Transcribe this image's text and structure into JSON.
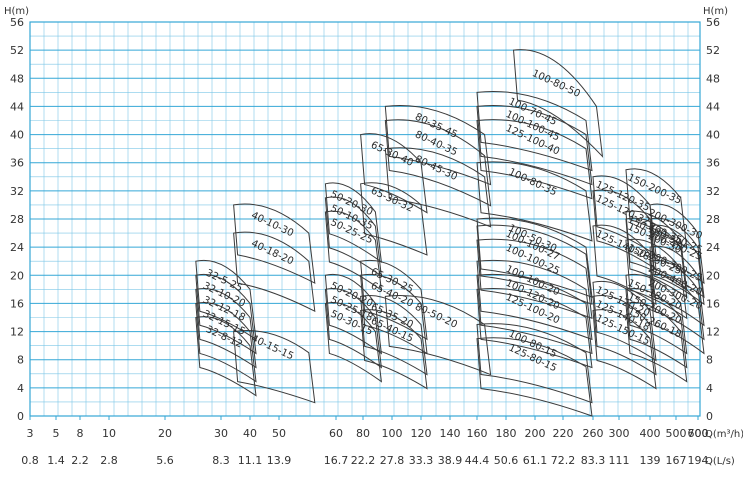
{
  "chart_data": {
    "type": "area",
    "grid": true,
    "y_axis": {
      "left_title": "H(m)",
      "right_title": "H(m)",
      "range": [
        0,
        56
      ],
      "ticks": [
        0,
        4,
        8,
        12,
        16,
        20,
        24,
        28,
        32,
        36,
        40,
        44,
        48,
        52,
        56
      ]
    },
    "x_axis": {
      "scale": "log",
      "top_title": "Q(m³/h)",
      "bottom_title": "Q(L/s)",
      "q_ticks": [
        "3",
        "5",
        "8",
        "10",
        "20",
        "30",
        "40",
        "50",
        "60",
        "80",
        "100",
        "120",
        "140",
        "160",
        "180",
        "200",
        "220",
        "260",
        "300",
        "400",
        "500",
        "600",
        "700"
      ],
      "ls_ticks": [
        "0.8",
        "1.4",
        "2.2",
        "2.8",
        "5.6",
        "8.3",
        "11.1",
        "13.9",
        "16.7",
        "22.2",
        "27.8",
        "33.3",
        "38.9",
        "44.4",
        "50.6",
        "61.1",
        "72.2",
        "83.3",
        "111",
        "139",
        "167",
        "194"
      ]
    },
    "series": [
      {
        "name": "100-80-50",
        "x": [
          185,
          265
        ],
        "y": [
          52,
          44
        ]
      },
      {
        "name": "100-70-45",
        "x": [
          160,
          250
        ],
        "y": [
          46,
          42
        ]
      },
      {
        "name": "100-100-45",
        "x": [
          160,
          250
        ],
        "y": [
          44,
          40
        ]
      },
      {
        "name": "125-100-40",
        "x": [
          160,
          250
        ],
        "y": [
          42,
          38
        ]
      },
      {
        "name": "80-35-45",
        "x": [
          95,
          165
        ],
        "y": [
          44,
          40
        ]
      },
      {
        "name": "80-40-35",
        "x": [
          95,
          165
        ],
        "y": [
          42,
          37
        ]
      },
      {
        "name": "80-45-30",
        "x": [
          95,
          165
        ],
        "y": [
          38,
          34
        ]
      },
      {
        "name": "65-30-40",
        "x": [
          78,
          120
        ],
        "y": [
          40,
          36
        ]
      },
      {
        "name": "65-30-32",
        "x": [
          78,
          120
        ],
        "y": [
          33,
          30
        ]
      },
      {
        "name": "50-20-30",
        "x": [
          58,
          88
        ],
        "y": [
          33,
          29
        ]
      },
      {
        "name": "50-10-35",
        "x": [
          58,
          88
        ],
        "y": [
          31,
          27
        ]
      },
      {
        "name": "50-25-25",
        "x": [
          58,
          88
        ],
        "y": [
          29,
          25
        ]
      },
      {
        "name": "40-10-30",
        "x": [
          34,
          55
        ],
        "y": [
          30,
          26
        ]
      },
      {
        "name": "40-18-20",
        "x": [
          34,
          55
        ],
        "y": [
          26,
          22
        ]
      },
      {
        "name": "32-5-25",
        "x": [
          25,
          40
        ],
        "y": [
          22,
          18
        ]
      },
      {
        "name": "32-10-20",
        "x": [
          25,
          40
        ],
        "y": [
          20,
          16
        ]
      },
      {
        "name": "32-12-18",
        "x": [
          25,
          40
        ],
        "y": [
          18,
          14
        ]
      },
      {
        "name": "32-15-15",
        "x": [
          25,
          40
        ],
        "y": [
          16,
          12
        ]
      },
      {
        "name": "32-8-12",
        "x": [
          25,
          40
        ],
        "y": [
          14,
          10
        ]
      },
      {
        "name": "40-15-15",
        "x": [
          34,
          55
        ],
        "y": [
          12,
          9
        ]
      },
      {
        "name": "50-20-20",
        "x": [
          58,
          88
        ],
        "y": [
          20,
          16
        ]
      },
      {
        "name": "50-25-18",
        "x": [
          58,
          88
        ],
        "y": [
          18,
          14
        ]
      },
      {
        "name": "50-30-15",
        "x": [
          58,
          88
        ],
        "y": [
          16,
          12
        ]
      },
      {
        "name": "65-30-25",
        "x": [
          78,
          120
        ],
        "y": [
          22,
          18
        ]
      },
      {
        "name": "65-40-20",
        "x": [
          78,
          120
        ],
        "y": [
          20,
          16
        ]
      },
      {
        "name": "65-35-20",
        "x": [
          78,
          120
        ],
        "y": [
          17,
          13
        ]
      },
      {
        "name": "65-40-15",
        "x": [
          78,
          120
        ],
        "y": [
          15,
          11
        ]
      },
      {
        "name": "80-50-20",
        "x": [
          95,
          165
        ],
        "y": [
          17,
          13
        ]
      },
      {
        "name": "100-80-35",
        "x": [
          160,
          250
        ],
        "y": [
          36,
          32
        ]
      },
      {
        "name": "100-50-30",
        "x": [
          160,
          250
        ],
        "y": [
          28,
          24
        ]
      },
      {
        "name": "100-100-27",
        "x": [
          160,
          250
        ],
        "y": [
          27,
          23
        ]
      },
      {
        "name": "100-100-25",
        "x": [
          160,
          250
        ],
        "y": [
          25,
          21
        ]
      },
      {
        "name": "100-100-20",
        "x": [
          160,
          250
        ],
        "y": [
          22,
          18
        ]
      },
      {
        "name": "100-120-20",
        "x": [
          160,
          250
        ],
        "y": [
          20,
          16
        ]
      },
      {
        "name": "125-100-20",
        "x": [
          160,
          250
        ],
        "y": [
          18,
          14
        ]
      },
      {
        "name": "100-80-15",
        "x": [
          160,
          250
        ],
        "y": [
          13,
          9
        ]
      },
      {
        "name": "125-80-15",
        "x": [
          160,
          250
        ],
        "y": [
          11,
          7
        ]
      },
      {
        "name": "125-120-35",
        "x": [
          260,
          400
        ],
        "y": [
          34,
          30
        ]
      },
      {
        "name": "125-120-32",
        "x": [
          260,
          400
        ],
        "y": [
          32,
          28
        ]
      },
      {
        "name": "125-140-28",
        "x": [
          260,
          400
        ],
        "y": [
          27,
          23
        ]
      },
      {
        "name": "125-120-20",
        "x": [
          260,
          400
        ],
        "y": [
          19,
          15
        ]
      },
      {
        "name": "125-140-18",
        "x": [
          260,
          400
        ],
        "y": [
          17,
          13
        ]
      },
      {
        "name": "125-150-15",
        "x": [
          260,
          400
        ],
        "y": [
          15,
          11
        ]
      },
      {
        "name": "150-200-35",
        "x": [
          320,
          520
        ],
        "y": [
          35,
          31
        ]
      },
      {
        "name": "150-180-30",
        "x": [
          320,
          520
        ],
        "y": [
          29,
          25
        ]
      },
      {
        "name": "150-200-30",
        "x": [
          320,
          520
        ],
        "y": [
          28,
          24
        ]
      },
      {
        "name": "150-250-25",
        "x": [
          320,
          520
        ],
        "y": [
          25,
          21
        ]
      },
      {
        "name": "150-180-20",
        "x": [
          320,
          520
        ],
        "y": [
          20,
          16
        ]
      },
      {
        "name": "150-200-20",
        "x": [
          320,
          520
        ],
        "y": [
          18,
          14
        ]
      },
      {
        "name": "150-260-18",
        "x": [
          320,
          520
        ],
        "y": [
          16,
          12
        ]
      },
      {
        "name": "200-300-30",
        "x": [
          400,
          700
        ],
        "y": [
          30,
          26
        ]
      },
      {
        "name": "200-350-25",
        "x": [
          400,
          700
        ],
        "y": [
          28,
          24
        ]
      },
      {
        "name": "200-450-25",
        "x": [
          400,
          700
        ],
        "y": [
          27,
          23
        ]
      },
      {
        "name": "200-300-25",
        "x": [
          400,
          700
        ],
        "y": [
          24,
          20
        ]
      },
      {
        "name": "200-400-20",
        "x": [
          400,
          700
        ],
        "y": [
          22,
          18
        ]
      },
      {
        "name": "200-300-20",
        "x": [
          400,
          700
        ],
        "y": [
          20,
          16
        ]
      }
    ],
    "labels": [
      "100-80-50",
      "100-70-45",
      "100-100-45",
      "125-100-40",
      "80-35-45",
      "80-40-35",
      "80-45-30",
      "65-30-40",
      "65-30-32",
      "50-20-30",
      "50-10-35",
      "50-25-25",
      "40-10-30",
      "40-18-20",
      "32-5-25",
      "32-10-20",
      "32-12-18",
      "32-15-15",
      "32-8-12",
      "40-15-15",
      "50-20-20",
      "50-25-18",
      "50-30-15",
      "65-30-25",
      "65-40-20",
      "65-35-20",
      "65-40-15",
      "80-50-20",
      "100-80-35",
      "100-50-30",
      "100-100-27",
      "100-100-25",
      "100-100-20",
      "100-120-20",
      "125-100-20",
      "100-80-15",
      "125-80-15",
      "125-120-35",
      "125-120-32",
      "125-140-28",
      "125-120-20",
      "125-140-18",
      "125-150-15",
      "150-200-35",
      "150-180-30",
      "150-200-30",
      "150-250-25",
      "150-180-20",
      "150-200-20",
      "150-260-18",
      "200-300-30",
      "200-350-25",
      "200-450-25",
      "200-300-25",
      "200-400-20",
      "200-300-20"
    ]
  }
}
